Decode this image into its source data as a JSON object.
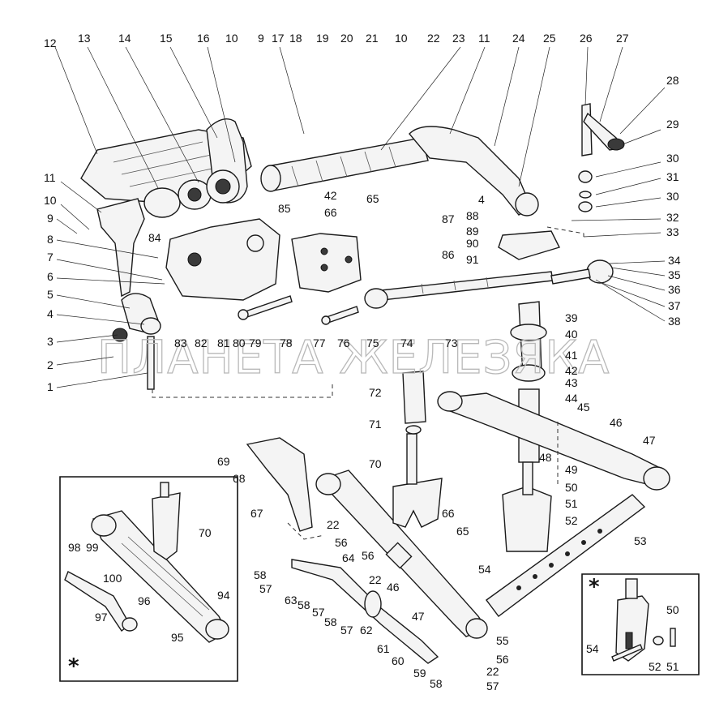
{
  "watermark": "ПЛАНЕТА ЖЕЛЕЗЯКА",
  "inset_marker": "*",
  "callouts": [
    {
      "id": "c12",
      "text": "12"
    },
    {
      "id": "c13",
      "text": "13"
    },
    {
      "id": "c14",
      "text": "14"
    },
    {
      "id": "c15",
      "text": "15"
    },
    {
      "id": "c16",
      "text": "16"
    },
    {
      "id": "c10a",
      "text": "10"
    },
    {
      "id": "c9a",
      "text": "9"
    },
    {
      "id": "c17",
      "text": "17"
    },
    {
      "id": "c18",
      "text": "18"
    },
    {
      "id": "c19",
      "text": "19"
    },
    {
      "id": "c20",
      "text": "20"
    },
    {
      "id": "c21",
      "text": "21"
    },
    {
      "id": "c10b",
      "text": "10"
    },
    {
      "id": "c22a",
      "text": "22"
    },
    {
      "id": "c23",
      "text": "23"
    },
    {
      "id": "c11a",
      "text": "11"
    },
    {
      "id": "c24",
      "text": "24"
    },
    {
      "id": "c25",
      "text": "25"
    },
    {
      "id": "c26",
      "text": "26"
    },
    {
      "id": "c27",
      "text": "27"
    },
    {
      "id": "c28",
      "text": "28"
    },
    {
      "id": "c29",
      "text": "29"
    },
    {
      "id": "c30a",
      "text": "30"
    },
    {
      "id": "c31",
      "text": "31"
    },
    {
      "id": "c30b",
      "text": "30"
    },
    {
      "id": "c32",
      "text": "32"
    },
    {
      "id": "c33",
      "text": "33"
    },
    {
      "id": "c11b",
      "text": "11"
    },
    {
      "id": "c10c",
      "text": "10"
    },
    {
      "id": "c9b",
      "text": "9"
    },
    {
      "id": "c8",
      "text": "8"
    },
    {
      "id": "c7",
      "text": "7"
    },
    {
      "id": "c6",
      "text": "6"
    },
    {
      "id": "c5",
      "text": "5"
    },
    {
      "id": "c4a",
      "text": "4"
    },
    {
      "id": "c3",
      "text": "3"
    },
    {
      "id": "c2",
      "text": "2"
    },
    {
      "id": "c1",
      "text": "1"
    },
    {
      "id": "c84",
      "text": "84"
    },
    {
      "id": "c85",
      "text": "85"
    },
    {
      "id": "c42a",
      "text": "42"
    },
    {
      "id": "c65a",
      "text": "65"
    },
    {
      "id": "c66a",
      "text": "66"
    },
    {
      "id": "c87",
      "text": "87"
    },
    {
      "id": "c86",
      "text": "86"
    },
    {
      "id": "c4b",
      "text": "4"
    },
    {
      "id": "c88",
      "text": "88"
    },
    {
      "id": "c89",
      "text": "89"
    },
    {
      "id": "c90",
      "text": "90"
    },
    {
      "id": "c91",
      "text": "91"
    },
    {
      "id": "c34",
      "text": "34"
    },
    {
      "id": "c35",
      "text": "35"
    },
    {
      "id": "c36",
      "text": "36"
    },
    {
      "id": "c37",
      "text": "37"
    },
    {
      "id": "c38",
      "text": "38"
    },
    {
      "id": "c39",
      "text": "39"
    },
    {
      "id": "c40",
      "text": "40"
    },
    {
      "id": "c41",
      "text": "41"
    },
    {
      "id": "c42b",
      "text": "42"
    },
    {
      "id": "c43",
      "text": "43"
    },
    {
      "id": "c44",
      "text": "44"
    },
    {
      "id": "c45",
      "text": "45"
    },
    {
      "id": "c46a",
      "text": "46"
    },
    {
      "id": "c47a",
      "text": "47"
    },
    {
      "id": "c48",
      "text": "48"
    },
    {
      "id": "c49",
      "text": "49"
    },
    {
      "id": "c50a",
      "text": "50"
    },
    {
      "id": "c51a",
      "text": "51"
    },
    {
      "id": "c52a",
      "text": "52"
    },
    {
      "id": "c53",
      "text": "53"
    },
    {
      "id": "c54a",
      "text": "54"
    },
    {
      "id": "c83",
      "text": "83"
    },
    {
      "id": "c82",
      "text": "82"
    },
    {
      "id": "c81",
      "text": "81"
    },
    {
      "id": "c80",
      "text": "80"
    },
    {
      "id": "c79",
      "text": "79"
    },
    {
      "id": "c78",
      "text": "78"
    },
    {
      "id": "c77",
      "text": "77"
    },
    {
      "id": "c76",
      "text": "76"
    },
    {
      "id": "c75",
      "text": "75"
    },
    {
      "id": "c74",
      "text": "74"
    },
    {
      "id": "c73",
      "text": "73"
    },
    {
      "id": "c72",
      "text": "72"
    },
    {
      "id": "c71",
      "text": "71"
    },
    {
      "id": "c70a",
      "text": "70"
    },
    {
      "id": "c69",
      "text": "69"
    },
    {
      "id": "c68",
      "text": "68"
    },
    {
      "id": "c67",
      "text": "67"
    },
    {
      "id": "c66b",
      "text": "66"
    },
    {
      "id": "c65b",
      "text": "65"
    },
    {
      "id": "c22b",
      "text": "22"
    },
    {
      "id": "c56a",
      "text": "56"
    },
    {
      "id": "c58a",
      "text": "58"
    },
    {
      "id": "c57a",
      "text": "57"
    },
    {
      "id": "c63",
      "text": "63"
    },
    {
      "id": "c64",
      "text": "64"
    },
    {
      "id": "c56b",
      "text": "56"
    },
    {
      "id": "c22c",
      "text": "22"
    },
    {
      "id": "c58b",
      "text": "58"
    },
    {
      "id": "c57b",
      "text": "57"
    },
    {
      "id": "c58c",
      "text": "58"
    },
    {
      "id": "c57c",
      "text": "57"
    },
    {
      "id": "c62",
      "text": "62"
    },
    {
      "id": "c46b",
      "text": "46"
    },
    {
      "id": "c47b",
      "text": "47"
    },
    {
      "id": "c61",
      "text": "61"
    },
    {
      "id": "c60",
      "text": "60"
    },
    {
      "id": "c55",
      "text": "55"
    },
    {
      "id": "c56c",
      "text": "56"
    },
    {
      "id": "c22d",
      "text": "22"
    },
    {
      "id": "c59",
      "text": "59"
    },
    {
      "id": "c58d",
      "text": "58"
    },
    {
      "id": "c57d",
      "text": "57"
    },
    {
      "id": "c70b",
      "text": "70"
    },
    {
      "id": "c98",
      "text": "98"
    },
    {
      "id": "c99",
      "text": "99"
    },
    {
      "id": "c100",
      "text": "100"
    },
    {
      "id": "c96",
      "text": "96"
    },
    {
      "id": "c94",
      "text": "94"
    },
    {
      "id": "c97",
      "text": "97"
    },
    {
      "id": "c95",
      "text": "95"
    },
    {
      "id": "c50b",
      "text": "50"
    },
    {
      "id": "c54b",
      "text": "54"
    },
    {
      "id": "c52b",
      "text": "52"
    },
    {
      "id": "c51b",
      "text": "51"
    }
  ]
}
